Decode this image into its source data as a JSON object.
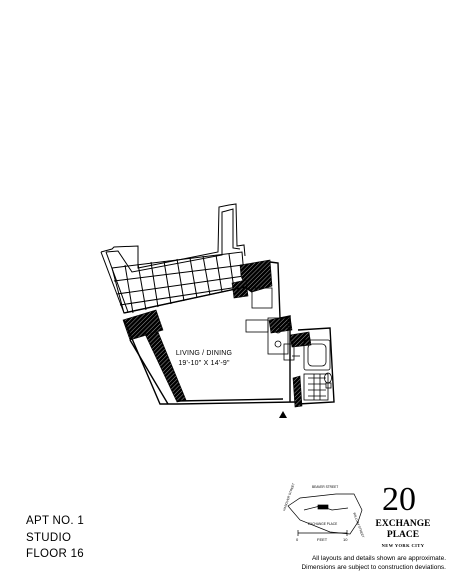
{
  "apartment": {
    "apt_no": "APT NO. 1",
    "type": "STUDIO",
    "floor": "FLOOR 16"
  },
  "rooms": {
    "living": {
      "name": "LIVING / DINING",
      "dimensions": "19'-10\" X 14'-9\""
    }
  },
  "brand": {
    "number": "20",
    "name_line1": "EXCHANGE",
    "name_line2": "PLACE",
    "city": "NEW YORK CITY"
  },
  "disclaimer": {
    "line1": "All layouts and details shown are approximate.",
    "line2": "Dimensions are subject to construction deviations."
  },
  "key_plan": {
    "streets": [
      "BEAVER STREET",
      "HANOVER STREET",
      "WILLIAM STREET",
      "EXCHANGE PLACE"
    ],
    "scale_label": "FEET",
    "scale_start": "0",
    "scale_end": "10"
  }
}
